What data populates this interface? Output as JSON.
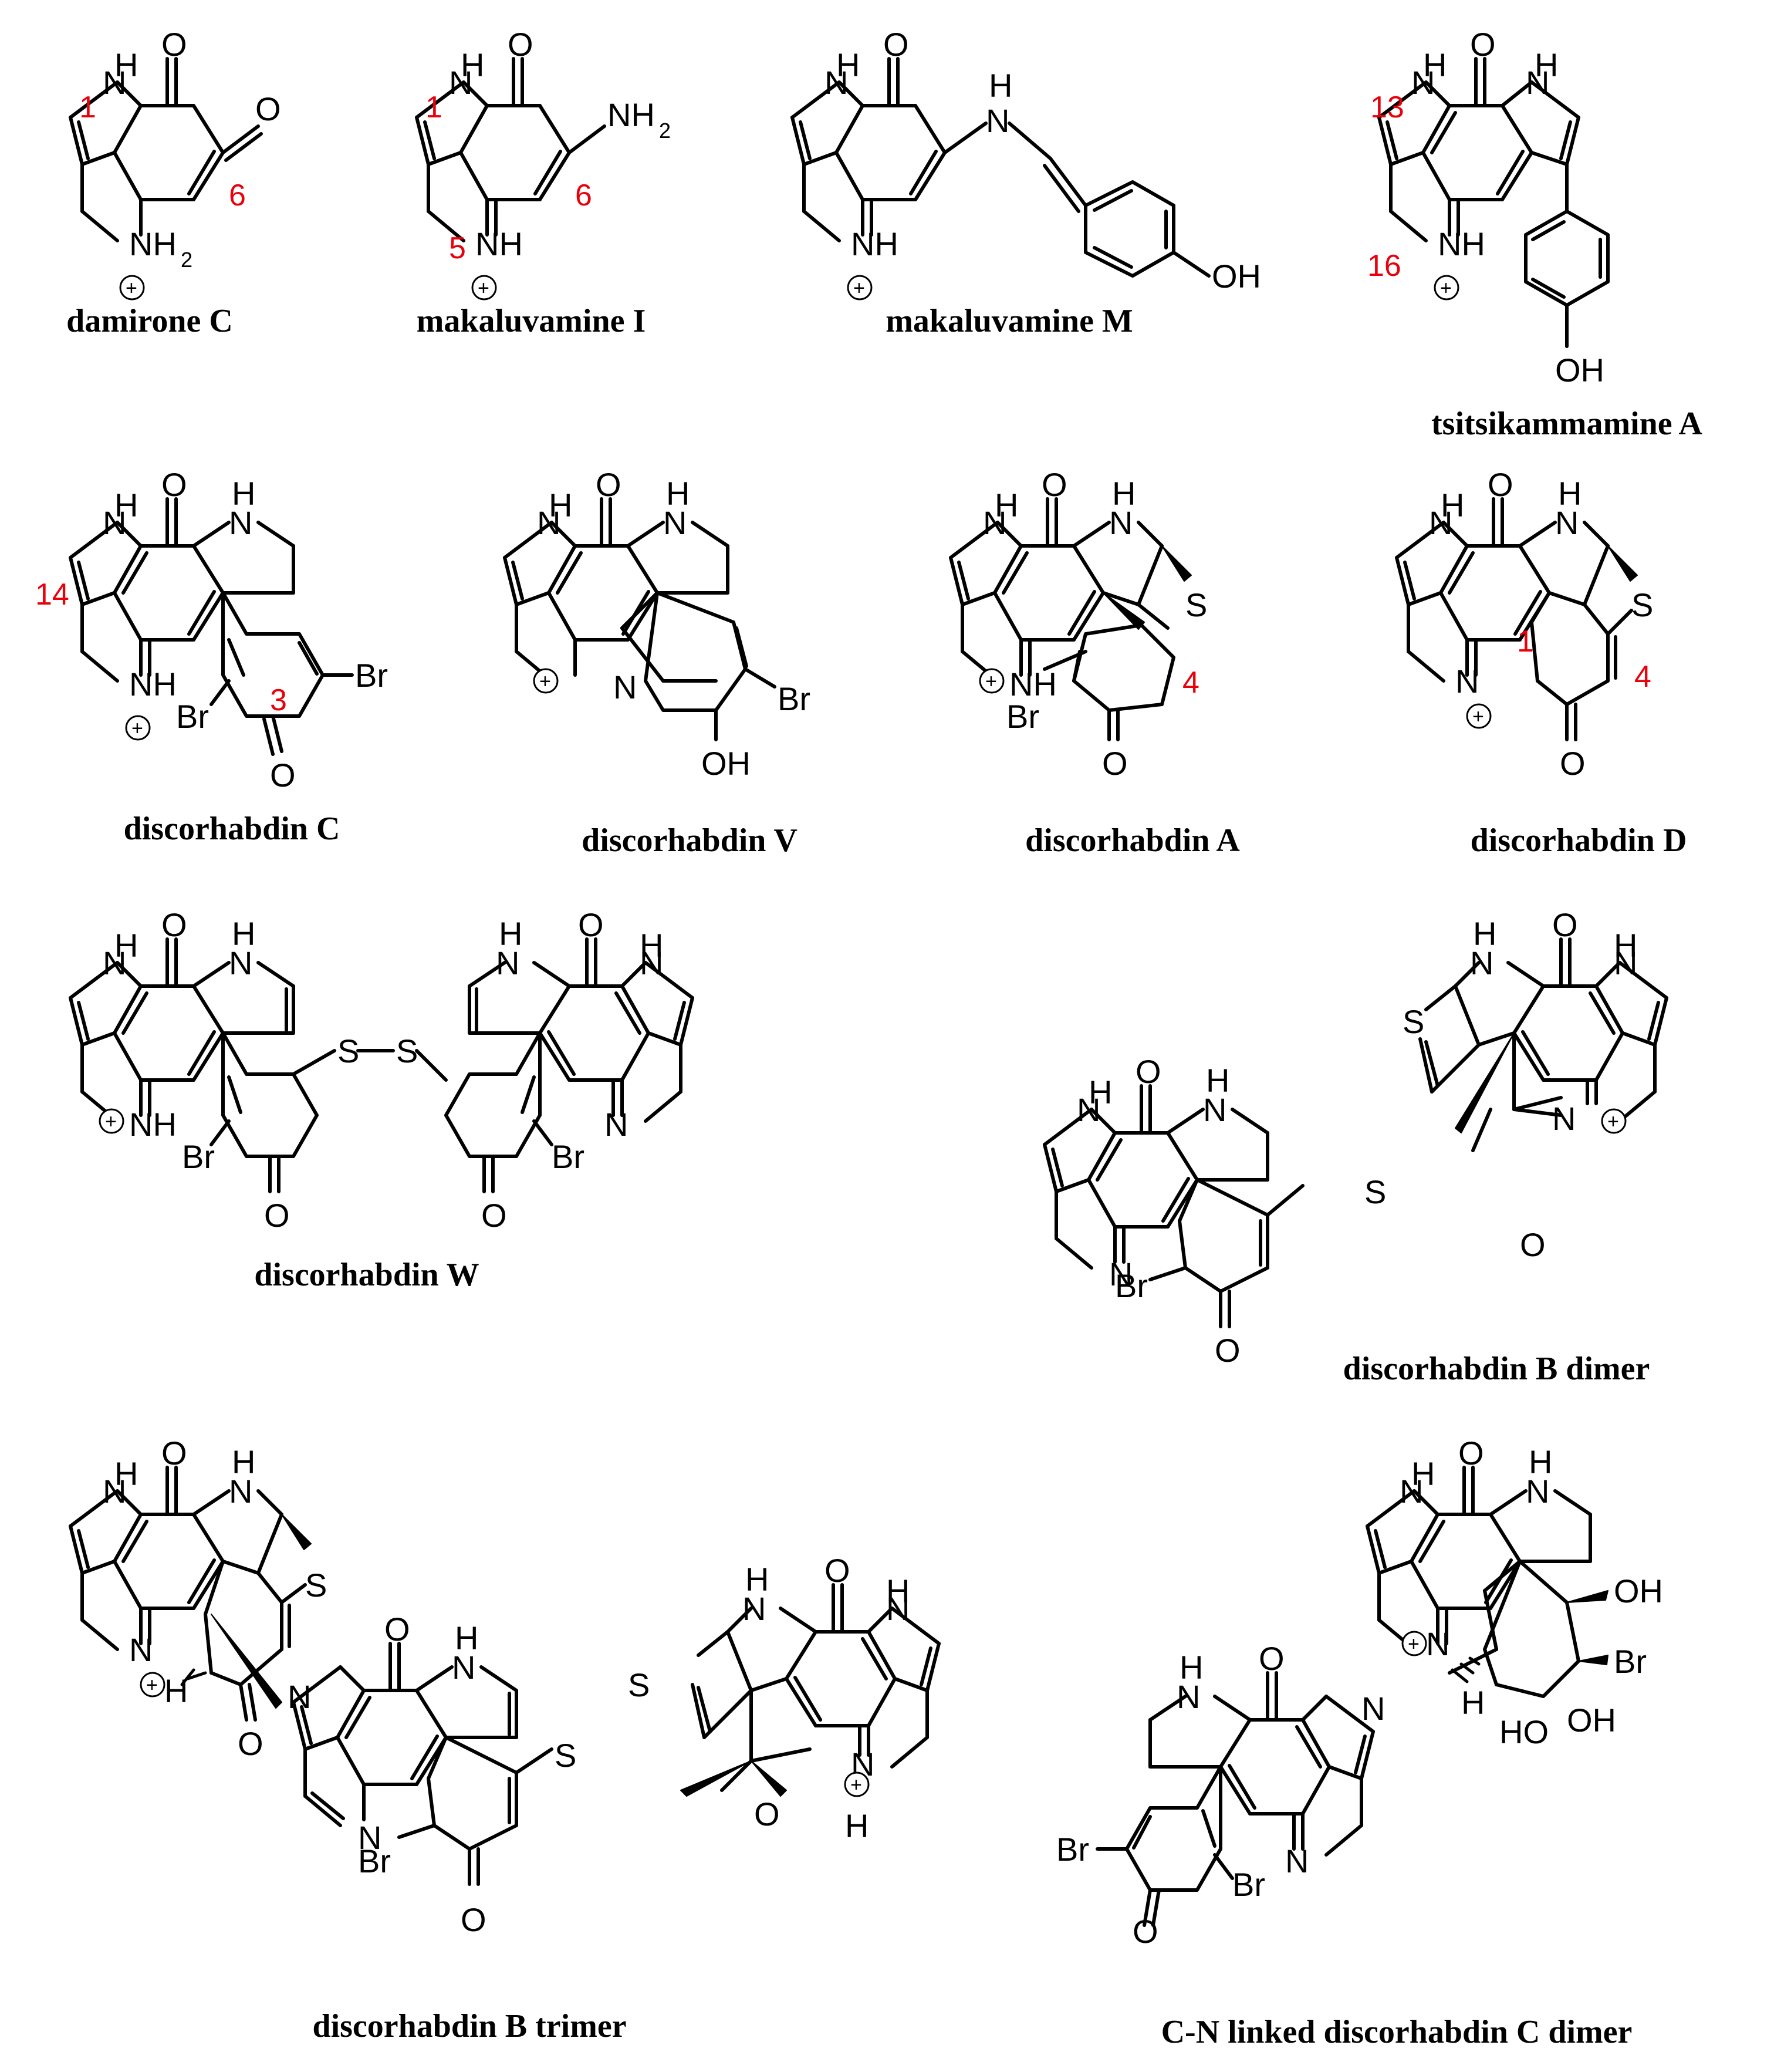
{
  "compounds": [
    {
      "id": "damirone-c",
      "name": "damirone C",
      "nums": [
        "1",
        "6"
      ]
    },
    {
      "id": "makaluvamine-i",
      "name": "makaluvamine I",
      "nums": [
        "1",
        "5",
        "6"
      ]
    },
    {
      "id": "makaluvamine-m",
      "name": "makaluvamine M",
      "nums": []
    },
    {
      "id": "tsitsikammamine-a",
      "name": "tsitsikammamine A",
      "nums": [
        "13",
        "16"
      ]
    },
    {
      "id": "discorhabdin-c",
      "name": "discorhabdin C",
      "nums": [
        "14",
        "3"
      ]
    },
    {
      "id": "discorhabdin-v",
      "name": "discorhabdin V",
      "nums": []
    },
    {
      "id": "discorhabdin-a",
      "name": "discorhabdin A",
      "nums": [
        "4"
      ]
    },
    {
      "id": "discorhabdin-d",
      "name": "discorhabdin D",
      "nums": [
        "1",
        "4"
      ]
    },
    {
      "id": "discorhabdin-w",
      "name": "discorhabdin W",
      "nums": []
    },
    {
      "id": "discorhabdin-b-dimer",
      "name": "discorhabdin B dimer",
      "nums": []
    },
    {
      "id": "discorhabdin-b-trimer",
      "name": "discorhabdin B trimer",
      "nums": []
    },
    {
      "id": "c-n-linked-discorhabdin-c-dimer",
      "name": "C-N linked discorhabdin C dimer",
      "nums": []
    }
  ],
  "atoms": {
    "o": "O",
    "nh_top": "H",
    "n": "N",
    "nh": "NH",
    "nh2": "NH₂",
    "nh2_r": "NH",
    "sub2": "2",
    "s": "S",
    "br": "Br",
    "oh": "OH",
    "h": "H",
    "ho": "HO",
    "plus": "+"
  }
}
